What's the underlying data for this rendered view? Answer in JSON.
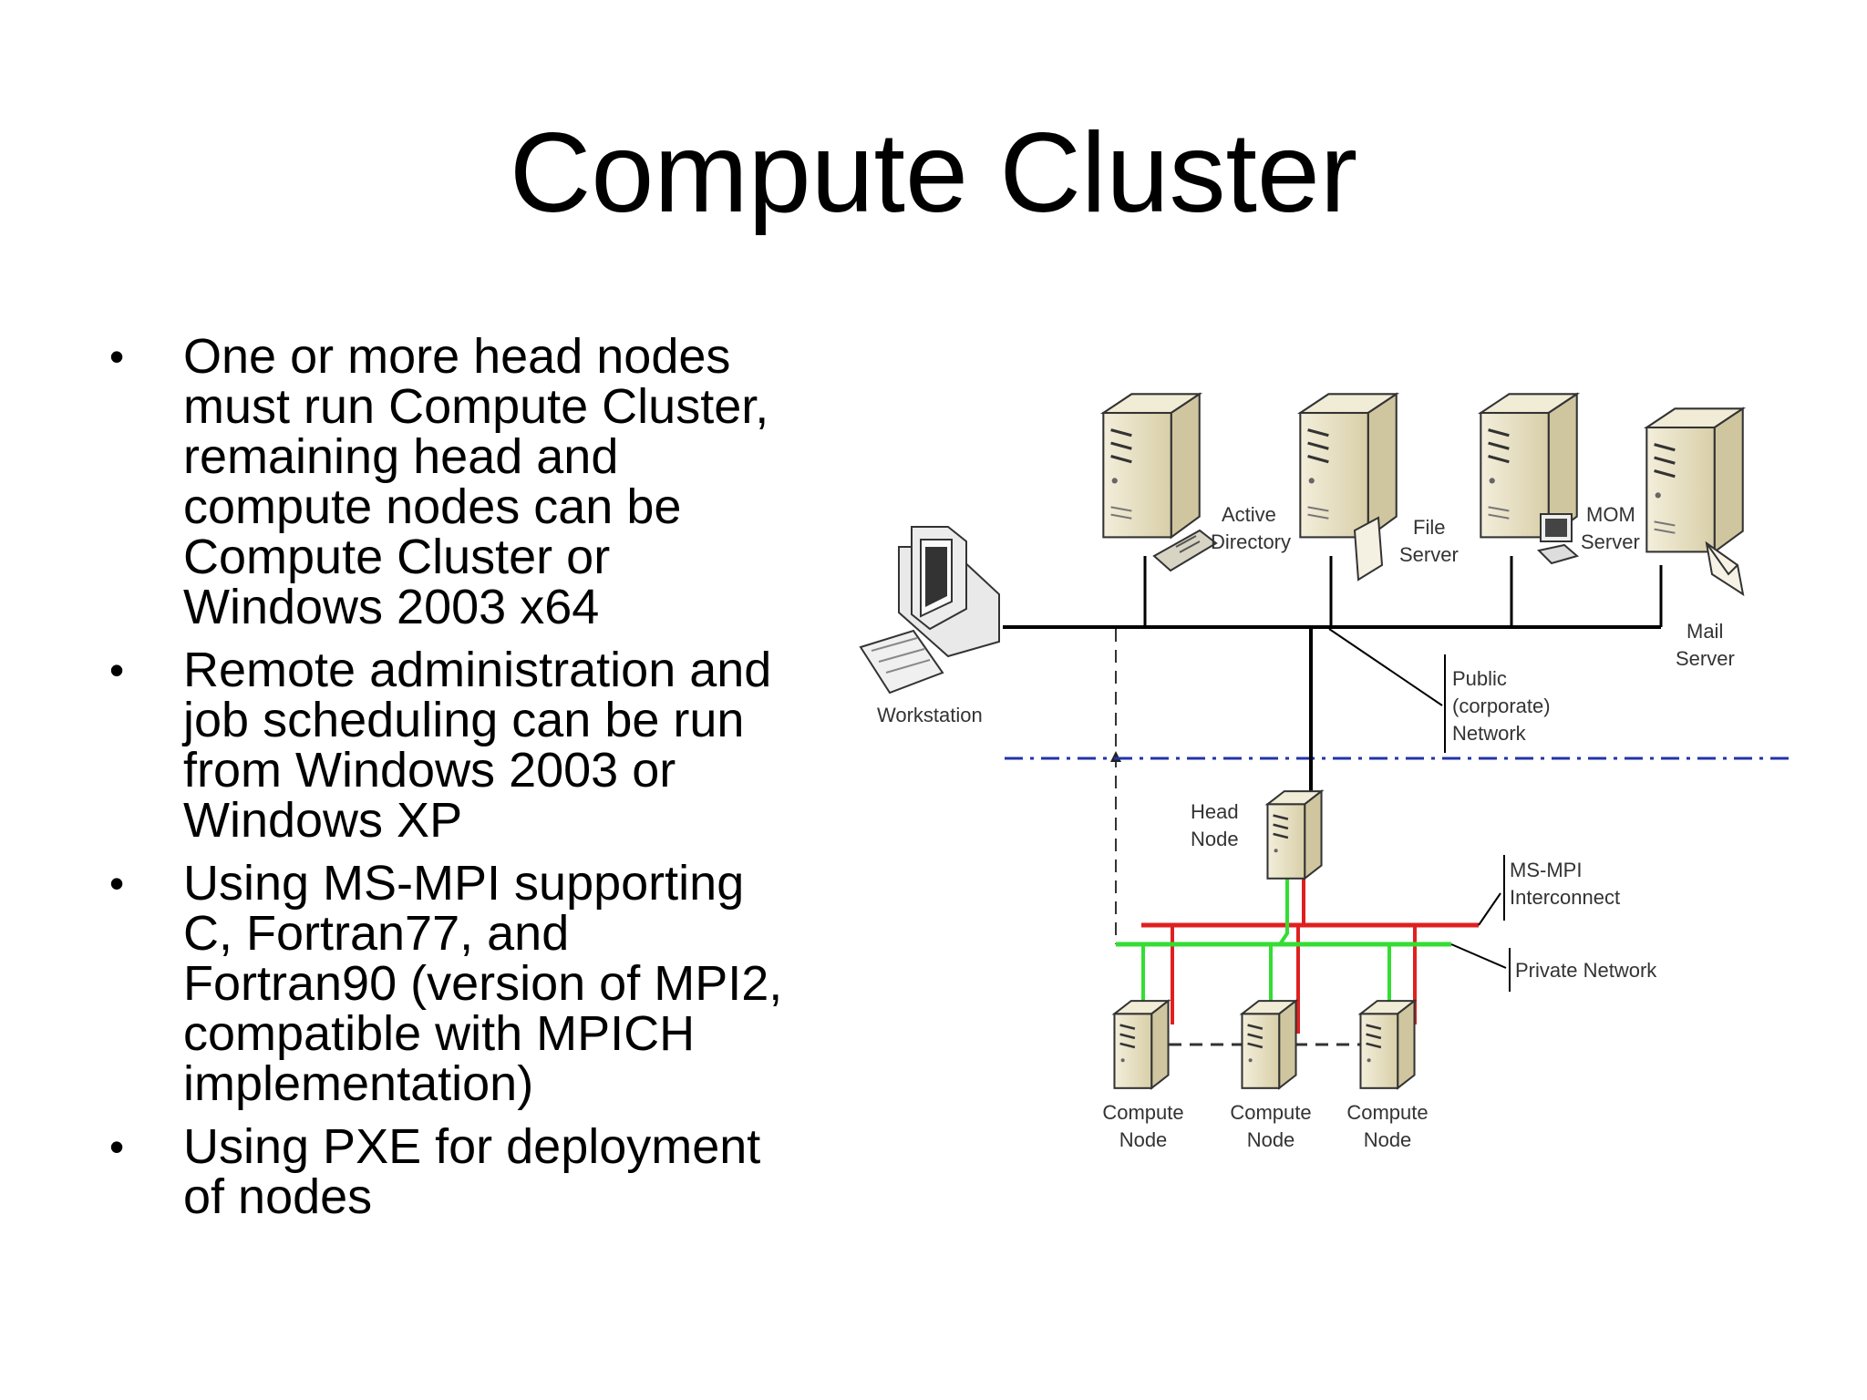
{
  "title": "Compute Cluster",
  "bullets": [
    {
      "lines": [
        "One or more head nodes",
        "must run Compute Cluster,",
        "remaining head and",
        "compute nodes can be",
        "Compute Cluster or",
        "Windows 2003 x64"
      ]
    },
    {
      "lines": [
        "Remote administration and",
        "job scheduling can be run",
        "from Windows 2003 or",
        "Windows XP"
      ]
    },
    {
      "lines": [
        "Using MS-MPI supporting",
        "C, Fortran77, and",
        "Fortran90 (version of MPI2,",
        "compatible with MPICH",
        "implementation)"
      ]
    },
    {
      "lines": [
        "Using PXE for deployment",
        "of nodes"
      ]
    }
  ],
  "diagram": {
    "labels": {
      "active_directory": [
        "Active",
        "Directory"
      ],
      "file_server": [
        "File",
        "Server"
      ],
      "mom_server": [
        "MOM",
        "Server"
      ],
      "mail_server": [
        "Mail",
        "Server"
      ],
      "workstation": [
        "Workstation"
      ],
      "public_network": [
        "Public",
        "(corporate)",
        "Network"
      ],
      "head_node": [
        "Head",
        "Node"
      ],
      "ms_mpi": [
        "MS-MPI",
        "Interconnect"
      ],
      "private_network": [
        "Private Network"
      ],
      "compute_node_1": [
        "Compute",
        "Node"
      ],
      "compute_node_2": [
        "Compute",
        "Node"
      ],
      "compute_node_3": [
        "Compute",
        "Node"
      ]
    },
    "colors": {
      "public_network": "#000000",
      "mpi_interconnect": "#e02020",
      "private_network": "#33dd33",
      "boundary": "#2233aa",
      "server_body": "#e8e1c6"
    }
  }
}
